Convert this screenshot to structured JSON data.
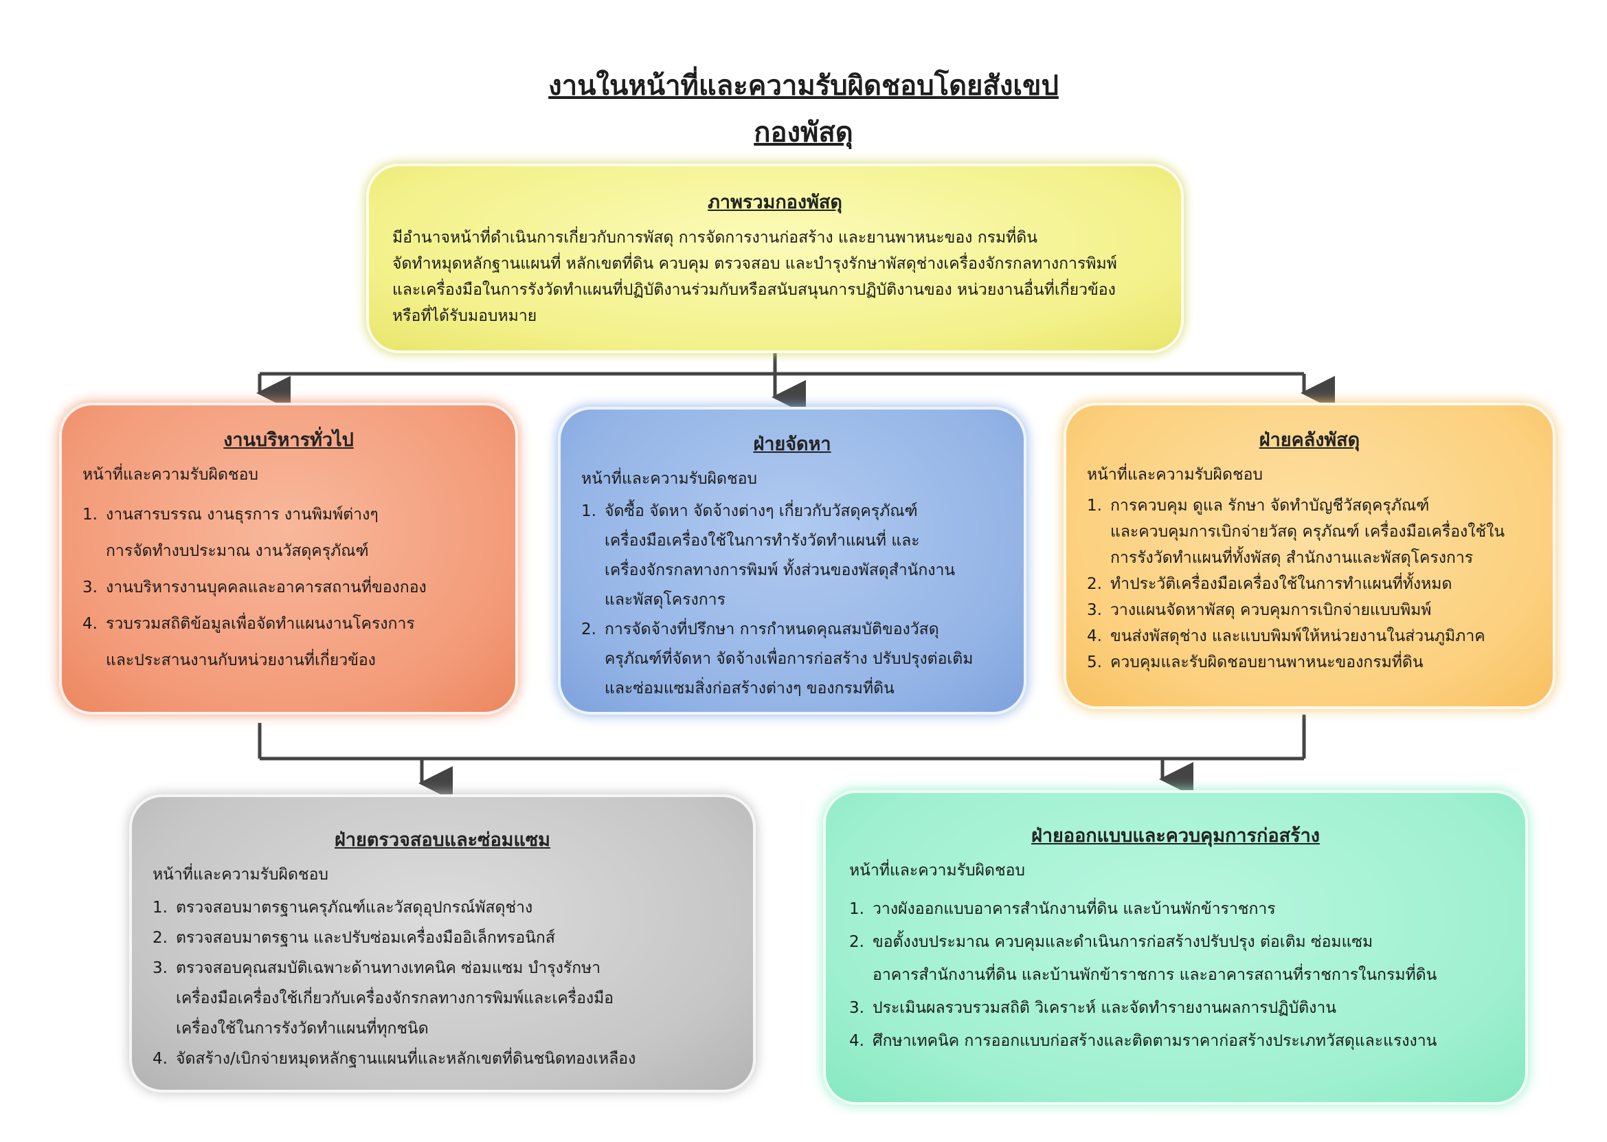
{
  "title": "งานในหน้าที่และความรับผิดชอบโดยสังเขป",
  "subtitle": "กองพัสดุ",
  "overview": {
    "heading": "ภาพรวมกองพัสดุ",
    "lines": [
      "มีอำนาจหน้าที่ดำเนินการเกี่ยวกับการพัสดุ การจัดการงานก่อสร้าง และยานพาหนะของ กรมที่ดิน",
      "จัดทำหมุดหลักฐานแผนที่ หลักเขตที่ดิน ควบคุม  ตรวจสอบ และบำรุงรักษาพัสดุช่างเครื่องจักรกลทางการพิมพ์",
      "และเครื่องมือในการรังวัดทำแผนที่ปฏิบัติงานร่วมกับหรือสนับสนุนการปฏิบัติงานของ หน่วยงานอื่นที่เกี่ยวข้อง",
      "หรือที่ได้รับมอบหมาย"
    ]
  },
  "admin": {
    "heading": "งานบริหารทั่วไป",
    "intro": "หน้าที่และความรับผิดชอบ",
    "items": [
      {
        "num": "1.",
        "lines": [
          "งานสารบรรณ งานธุรการ งานพิมพ์ต่างๆ",
          "การจัดทำงบประมาณ งานวัสดุครุภัณฑ์"
        ]
      },
      {
        "num": "3.",
        "lines": [
          "งานบริหารงานบุคคลและอาคารสถานที่ของกอง"
        ]
      },
      {
        "num": "4.",
        "lines": [
          "รวบรวมสถิติข้อมูลเพื่อจัดทำแผนงานโครงการ",
          "และประสานงานกับหน่วยงานที่เกี่ยวข้อง"
        ]
      }
    ]
  },
  "procurement": {
    "heading": "ฝ่ายจัดหา",
    "intro": "หน้าที่และความรับผิดชอบ",
    "items": [
      {
        "num": "1.",
        "lines": [
          "จัดซื้อ จัดหา จัดจ้างต่างๆ เกี่ยวกับวัสดุครุภัณฑ์",
          "เครื่องมือเครื่องใช้ในการทำรังวัดทำแผนที่ และ",
          "เครื่องจักรกลทางการพิมพ์ ทั้งส่วนของพัสดุสำนักงาน",
          "และพัสดุโครงการ"
        ]
      },
      {
        "num": "2.",
        "lines": [
          "การจัดจ้างที่ปรึกษา การกำหนดคุณสมบัติของวัสดุ",
          "ครุภัณฑ์ที่จัดหา จัดจ้างเพื่อการก่อสร้าง ปรับปรุงต่อเติม",
          "และซ่อมแซมสิ่งก่อสร้างต่างๆ ของกรมที่ดิน"
        ]
      }
    ]
  },
  "storage": {
    "heading": "ฝ่ายคลังพัสดุ",
    "intro": "หน้าที่และความรับผิดชอบ",
    "items": [
      {
        "num": "1.",
        "lines": [
          "การควบคุม ดูแล รักษา จัดทำบัญชีวัสดุครุภัณฑ์",
          "และควบคุมการเบิกจ่ายวัสดุ ครุภัณฑ์ เครื่องมือเครื่องใช้ใน",
          "การรังวัดทำแผนที่ทั้งพัสดุ สำนักงานและพัสดุโครงการ"
        ]
      },
      {
        "num": "2.",
        "lines": [
          "ทำประวัติเครื่องมือเครื่องใช้ในการทำแผนที่ทั้งหมด"
        ]
      },
      {
        "num": "3.",
        "lines": [
          "วางแผนจัดหาพัสดุ ควบคุมการเบิกจ่ายแบบพิมพ์"
        ]
      },
      {
        "num": "4.",
        "lines": [
          "ขนส่งพัสดุช่าง และแบบพิมพ์ให้หน่วยงานในส่วนภูมิภาค"
        ]
      },
      {
        "num": "5.",
        "lines": [
          "ควบคุมและรับผิดชอบยานพาหนะของกรมที่ดิน"
        ]
      }
    ]
  },
  "inspection": {
    "heading": "ฝ่ายตรวจสอบและซ่อมแซม",
    "intro": "หน้าที่และความรับผิดชอบ",
    "items": [
      {
        "num": "1.",
        "lines": [
          "ตรวจสอบมาตรฐานครุภัณฑ์และวัสดุอุปกรณ์พัสดุช่าง"
        ]
      },
      {
        "num": "2.",
        "lines": [
          "ตรวจสอบมาตรฐาน และปรับซ่อมเครื่องมืออิเล็กทรอนิกส์"
        ]
      },
      {
        "num": "3.",
        "lines": [
          "ตรวจสอบคุณสมบัติเฉพาะด้านทางเทคนิค ซ่อมแซม บำรุงรักษา",
          "เครื่องมือเครื่องใช้เกี่ยวกับเครื่องจักรกลทางการพิมพ์และเครื่องมือ",
          "เครื่องใช้ในการรังวัดทำแผนที่ทุกชนิด"
        ]
      },
      {
        "num": "4.",
        "lines": [
          "จัดสร้าง/เบิกจ่ายหมุดหลักฐานแผนที่และหลักเขตที่ดินชนิดทองเหลือง"
        ]
      }
    ]
  },
  "design": {
    "heading": "ฝ่ายออกแบบและควบคุมการก่อสร้าง",
    "intro": "หน้าที่และความรับผิดชอบ",
    "items": [
      {
        "num": "1.",
        "lines": [
          "วางผังออกแบบอาคารสำนักงานที่ดิน และบ้านพักข้าราชการ"
        ]
      },
      {
        "num": "2.",
        "lines": [
          "ขอตั้งงบประมาณ ควบคุมและดำเนินการก่อสร้างปรับปรุง ต่อเติม ซ่อมแซม",
          "อาคารสำนักงานที่ดิน และบ้านพักข้าราชการ และอาคารสถานที่ราชการในกรมที่ดิน"
        ]
      },
      {
        "num": "3.",
        "lines": [
          "ประเมินผลรวบรวมสถิติ วิเคราะห์ และจัดทำรายงานผลการปฏิบัติงาน"
        ]
      },
      {
        "num": "4.",
        "lines": [
          "ศึกษาเทคนิค การออกแบบก่อสร้างและติดตามราคาก่อสร้างประเภทวัสดุและแรงงาน"
        ]
      }
    ]
  }
}
